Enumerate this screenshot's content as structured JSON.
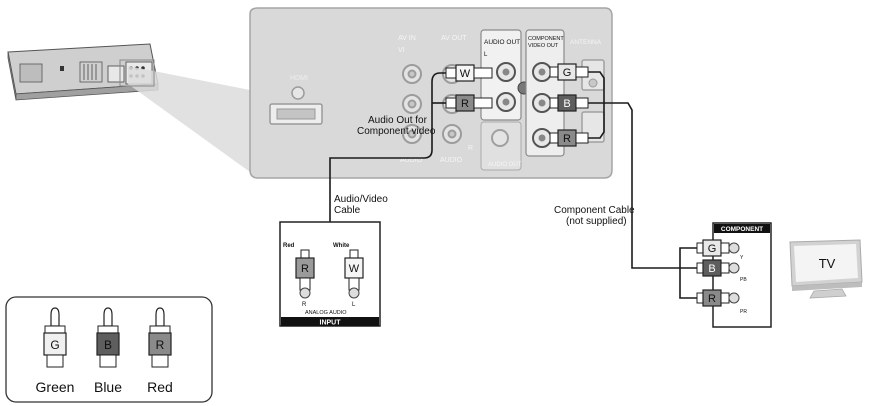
{
  "panel": {
    "hdmi": "HDMI",
    "av_in": "AV IN",
    "av_in_sub": "VI",
    "av_out": "AV OUT",
    "audio_out": "AUDIO OUT",
    "component_video_out_line1": "COMPONENT",
    "component_video_out_line2": "VIDEO OUT",
    "antenna": "ANTENNA",
    "audio_left": "AUDIO",
    "audio_mid": "AUDIO",
    "audio_out_bottom": "AUDIO OUT",
    "r_mark": "R",
    "l_mark": "L"
  },
  "labels": {
    "audio_out_for_line1": "Audio Out for",
    "audio_out_for_line2": "Component video",
    "av_cable_line1": "Audio/Video",
    "av_cable_line2": "Cable",
    "component_cable_line1": "Component Cable",
    "component_cable_line2": "(not supplied)"
  },
  "input_box": {
    "red": "Red",
    "white": "White",
    "r_letter": "R",
    "w_letter": "W",
    "r_under": "R",
    "l_under": "L",
    "analog_audio": "ANALOG AUDIO",
    "input": "INPUT"
  },
  "component_box": {
    "title": "COMPONENT",
    "g": "G",
    "b": "B",
    "r": "R",
    "y_label": "Y",
    "pb_label": "PB",
    "pr_label": "PR"
  },
  "tv": {
    "label": "TV"
  },
  "panel_plugs": {
    "w": "W",
    "r": "R",
    "g": "G",
    "b": "B",
    "r2": "R"
  },
  "legend": {
    "g_letter": "G",
    "b_letter": "B",
    "r_letter": "R",
    "green": "Green",
    "blue": "Blue",
    "red": "Red"
  },
  "colors": {
    "panel_fill": "#d6d6d6",
    "panel_stroke": "#9a9a9a",
    "plug_white": "#f2f2f2",
    "plug_gray": "#a8a8a8",
    "plug_dark": "#7a7a7a",
    "cable": "#1a1a1a"
  }
}
